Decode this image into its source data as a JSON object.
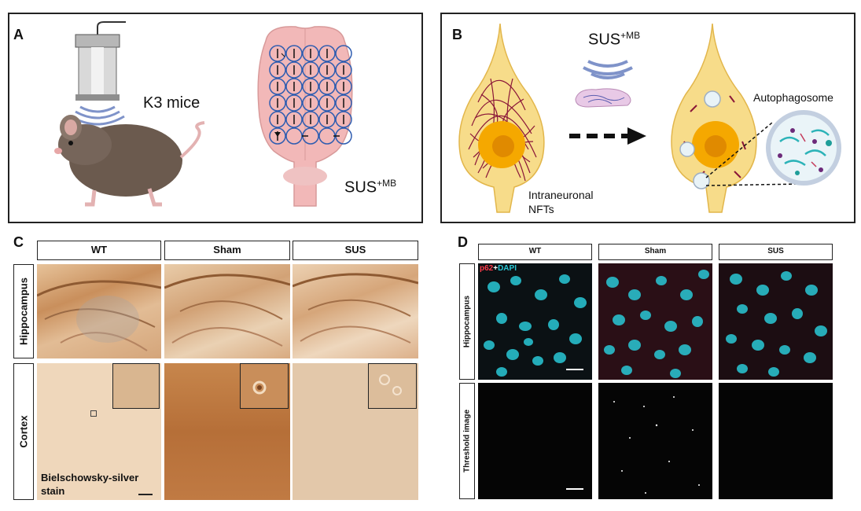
{
  "panel_a": {
    "label": "A",
    "mouse_label": "K3 mice",
    "treatment_main": "SUS",
    "treatment_sup": "+MB"
  },
  "panel_b": {
    "label": "B",
    "treatment_main": "SUS",
    "treatment_sup": "+MB",
    "nft_label_line1": "Intraneuronal",
    "nft_label_line2": "NFTs",
    "autophagosome_label": "Autophagosome"
  },
  "panel_c": {
    "label": "C",
    "columns": [
      "WT",
      "Sham",
      "SUS"
    ],
    "rows": [
      "Hippocampus",
      "Cortex"
    ],
    "stain_line1": "Bielschowsky-silver",
    "stain_line2": "stain"
  },
  "panel_d": {
    "label": "D",
    "columns": [
      "WT",
      "Sham",
      "SUS"
    ],
    "rows": [
      "Hippocampus",
      "Threshold image"
    ],
    "marker_red": "p62",
    "marker_plus": "+",
    "marker_cyan": "DAPI"
  },
  "colors": {
    "tangle": "#8a1538",
    "neuron": "#f7dc8a",
    "nucleus": "#f5a800",
    "brain": "#f2b8b8",
    "ultrasound": "#7f93c9",
    "mouse": "#6b5a4e",
    "silver_light": "#e8c9a6",
    "silver_dark": "#b8733f",
    "dapi": "#29c8d6",
    "p62": "#d0253a"
  }
}
